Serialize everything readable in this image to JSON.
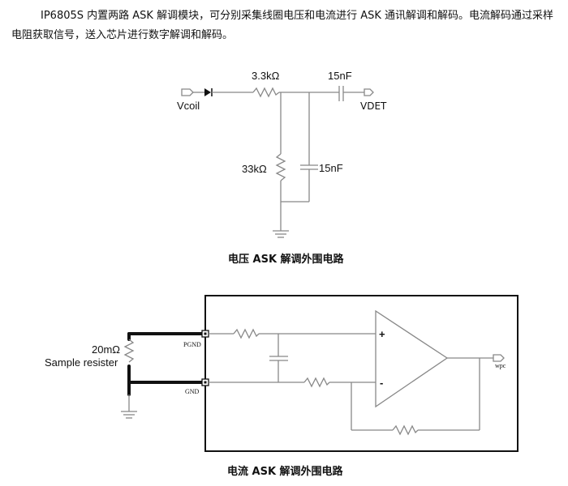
{
  "intro": {
    "paragraph": "IP6805S 内置两路 ASK 解调模块，可分别采集线圈电压和电流进行 ASK 通讯解调和解码。电流解码通过采样电阻获取信号，送入芯片进行数字解调和解码。"
  },
  "voltage_circuit": {
    "input_port": "Vcoil",
    "output_port": "VDET",
    "series_resistor": "3.3kΩ",
    "series_capacitor": "15nF",
    "shunt_resistor": "33kΩ",
    "shunt_capacitor": "15nF",
    "caption": "电压 ASK 解调外围电路"
  },
  "current_circuit": {
    "sense_resistor_value": "20mΩ",
    "sense_resistor_name": "Sample resister",
    "pin_pgnd": "PGND",
    "pin_gnd": "GND",
    "opamp_plus": "+",
    "opamp_minus": "-",
    "output_port": "wpc",
    "caption": "电流 ASK 解调外围电路"
  }
}
